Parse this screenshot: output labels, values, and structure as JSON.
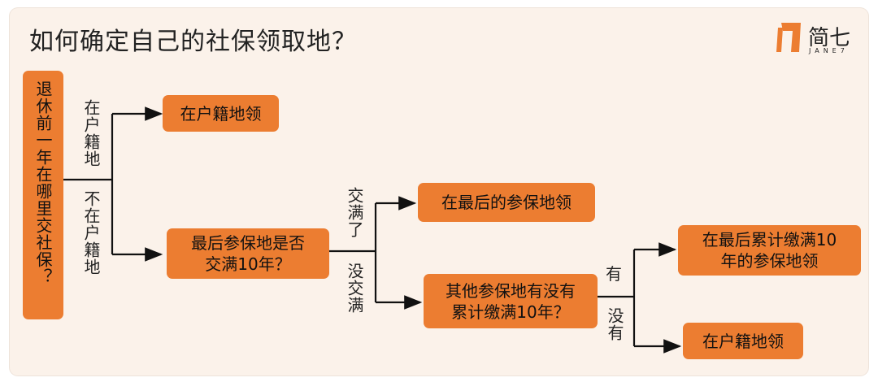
{
  "title": "如何确定自己的社保领取地？",
  "logo": {
    "text": "简七",
    "sub": "JANE7",
    "color": "#ec7d31"
  },
  "colors": {
    "box": "#ec7d31",
    "panel": "#fbf2ea",
    "line": "#111111"
  },
  "nodes": {
    "root": "退休前一年在哪里交社保？",
    "n1": "在户籍地领",
    "n2": "最后参保地是否交满10年？",
    "n3": "在最后的参保地领",
    "n4": "其他参保地有没有累计缴满10年？",
    "n5": "在最后累计缴满10年的参保地领",
    "n6": "在户籍地领"
  },
  "n2_lines": [
    "最后参保地是否",
    "交满10年？"
  ],
  "n4_lines": [
    "其他参保地有没有",
    "累计缴满10年？"
  ],
  "n5_lines": [
    "在最后累计缴满10",
    "年的参保地领"
  ],
  "edges": {
    "e1": "在户籍地",
    "e2": "不在户籍地",
    "e3": "交满了",
    "e4": "没交满",
    "e5": "有",
    "e6": "没有"
  }
}
